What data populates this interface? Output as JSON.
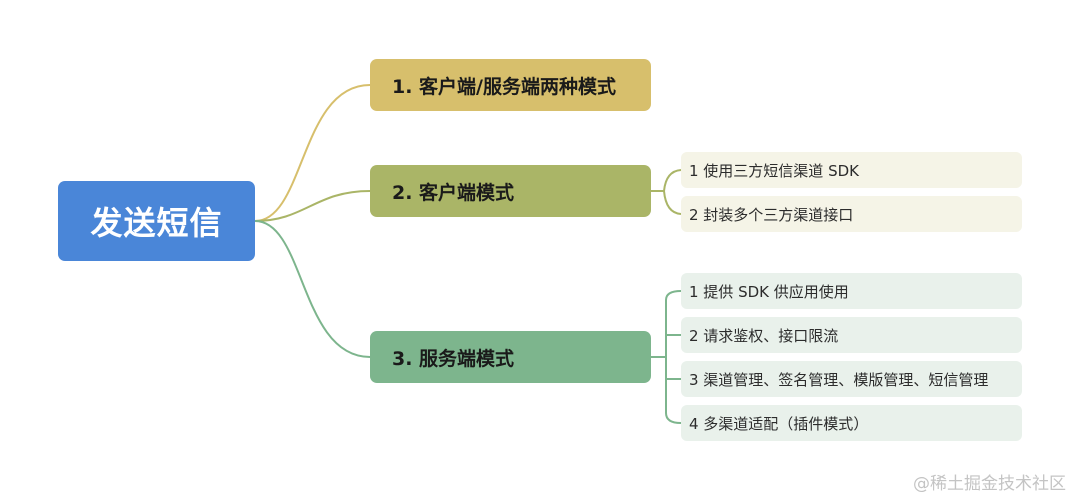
{
  "root": {
    "label": "发送短信"
  },
  "branches": [
    {
      "label": "1. 客户端/服务端两种模式",
      "color": "#d7bf6c",
      "children": []
    },
    {
      "label": "2. 客户端模式",
      "color": "#aab567",
      "children": [
        "1 使用三方短信渠道 SDK",
        "2 封装多个三方渠道接口"
      ]
    },
    {
      "label": "3. 服务端模式",
      "color": "#7db58d",
      "children": [
        "1 提供 SDK 供应用使用",
        "2 请求鉴权、接口限流",
        "3 渠道管理、签名管理、模版管理、短信管理",
        "4 多渠道适配（插件模式）"
      ]
    }
  ],
  "watermark": "@稀土掘金技术社区"
}
